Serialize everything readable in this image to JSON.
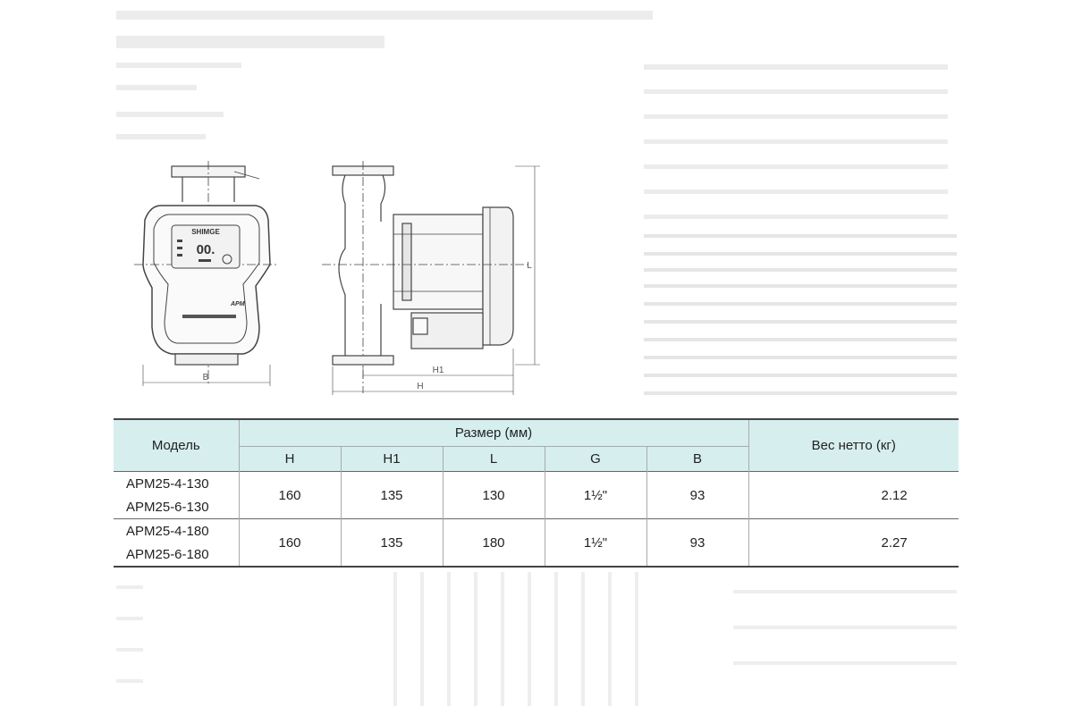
{
  "drawing": {
    "front_view": {
      "brand": "SHIMGE",
      "display": "00.",
      "model_mark": "APM",
      "dim_label": "B"
    },
    "side_view": {
      "dim_h1": "H1",
      "dim_h": "H",
      "dim_l": "L"
    }
  },
  "table": {
    "header_model": "Модель",
    "header_size": "Размер (мм)",
    "header_weight": "Вес нетто (кг)",
    "columns": [
      "H",
      "H1",
      "L",
      "G",
      "B"
    ],
    "groups": [
      {
        "models": [
          "APM25-4-130",
          "APM25-6-130"
        ],
        "values": [
          "160",
          "135",
          "130",
          "1½\"",
          "93"
        ],
        "weight": "2.12"
      },
      {
        "models": [
          "APM25-4-180",
          "APM25-6-180"
        ],
        "values": [
          "160",
          "135",
          "180",
          "1½\"",
          "93"
        ],
        "weight": "2.27"
      }
    ]
  }
}
